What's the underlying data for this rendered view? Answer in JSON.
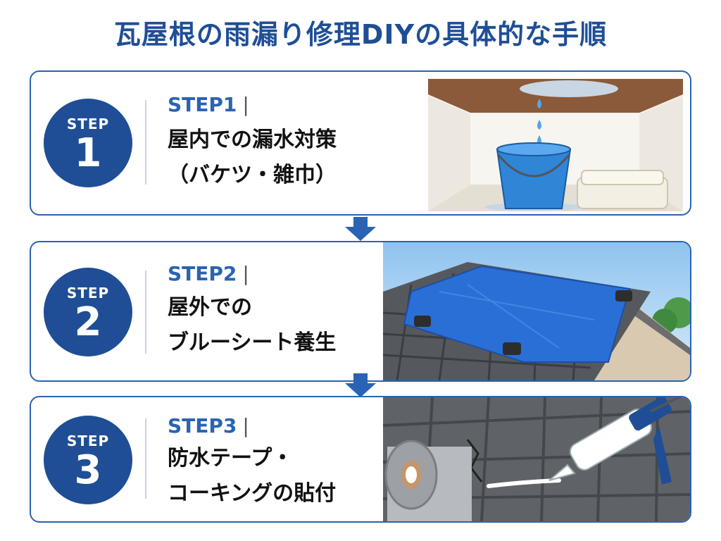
{
  "page": {
    "title": "瓦屋根の雨漏り修理DIYの具体的な手順"
  },
  "steps": [
    {
      "badge_label": "STEP",
      "badge_number": "1",
      "title": "STEP1",
      "separator": "|",
      "desc_line1": "屋内での漏水対策",
      "desc_line2": "（バケツ・雑巾）"
    },
    {
      "badge_label": "STEP",
      "badge_number": "2",
      "title": "STEP2",
      "separator": "|",
      "desc_line1": "屋外での",
      "desc_line2": "ブルーシート養生"
    },
    {
      "badge_label": "STEP",
      "badge_number": "3",
      "title": "STEP3",
      "separator": "|",
      "desc_line1": "防水テープ・",
      "desc_line2": "コーキングの貼付"
    }
  ],
  "colors": {
    "primary": "#1f4e96",
    "accent": "#2a63b3",
    "tarp": "#2a6fd6",
    "bucket": "#2f86d6"
  },
  "icons": [
    "bucket-icon",
    "towel-icon",
    "water-drop-icon",
    "blue-tarp-icon",
    "waterproof-tape-icon",
    "caulking-gun-icon",
    "down-arrow-icon"
  ]
}
